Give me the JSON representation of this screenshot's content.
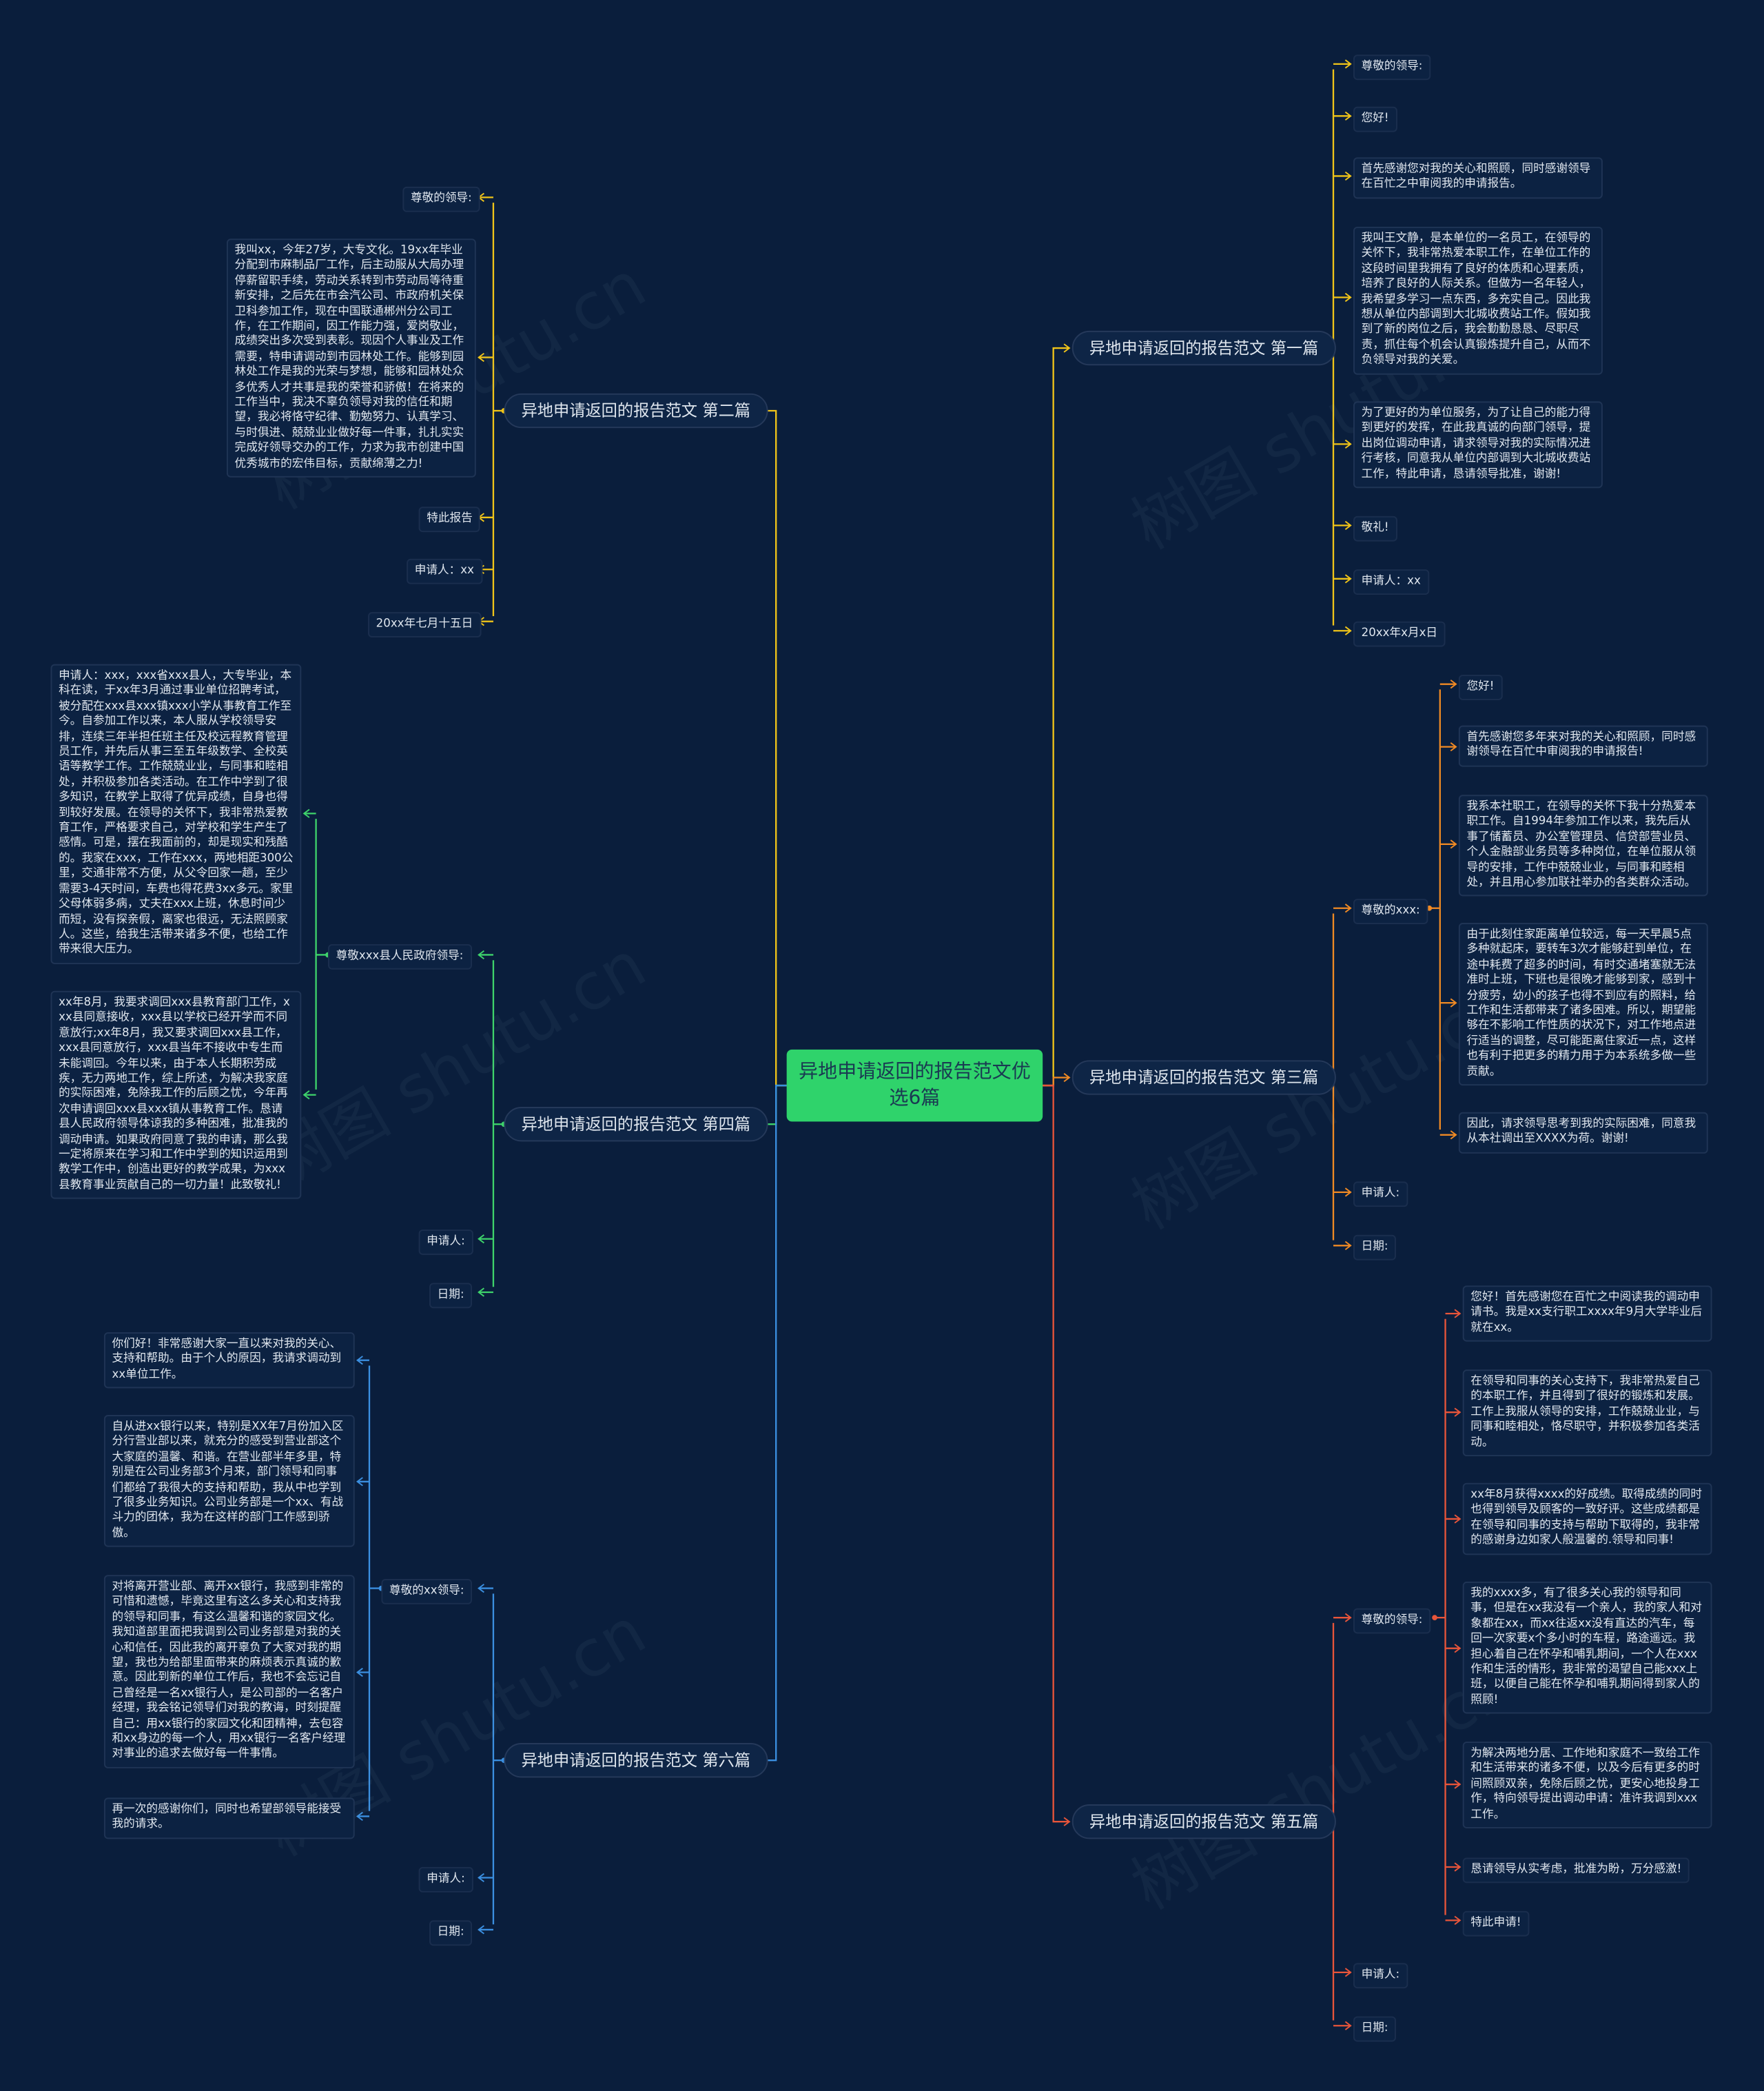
{
  "root": {
    "label": "异地申请返回的报告范文优选6篇"
  },
  "branches": {
    "b1": {
      "title": "异地申请返回的报告范文 第一篇",
      "color": "#f0c419",
      "items": [
        "尊敬的领导:",
        "您好!",
        "首先感谢您对我的关心和照顾，同时感谢领导在百忙之中审阅我的申请报告。",
        "我叫王文静，是本单位的一名员工，在领导的关怀下，我非常热爱本职工作，在单位工作的这段时间里我拥有了良好的体质和心理素质，培养了良好的人际关系。但做为一名年轻人，我希望多学习一点东西，多充实自己。因此我想从单位内部调到大北城收费站工作。假如我到了新的岗位之后，我会勤勤恳恳、尽职尽责，抓住每个机会认真锻炼提升自己，从而不负领导对我的关爱。",
        "为了更好的为单位服务，为了让自己的能力得到更好的发挥，在此我真诚的向部门领导，提出岗位调动申请，请求领导对我的实际情况进行考核，同意我从单位内部调到大北城收费站工作，特此申请，恳请领导批准，谢谢!",
        "敬礼!",
        "申请人：xx",
        "20xx年x月x日"
      ]
    },
    "b2": {
      "title": "异地申请返回的报告范文 第二篇",
      "color": "#f0c419",
      "items": [
        "尊敬的领导:",
        "我叫xx，今年27岁，大专文化。19xx年毕业分配到市麻制品厂工作，后主动服从大局办理停薪留职手续，劳动关系转到市劳动局等待重新安排，之后先在市会汽公司、市政府机关保卫科参加工作，现在中国联通郴州分公司工作，在工作期间，因工作能力强，爱岗敬业，成绩突出多次受到表彰。现因个人事业及工作需要，特申请调动到市园林处工作。能够到园林处工作是我的光荣与梦想，能够和园林处众多优秀人才共事是我的荣誉和骄傲！在将来的工作当中，我决不辜负领导对我的信任和期望，我必将恪守纪律、勤勉努力、认真学习、与时俱进、兢兢业业做好每一件事，扎扎实实完成好领导交办的工作，力求为我市创建中国优秀城市的宏伟目标，贡献绵薄之力!",
        "特此报告",
        "申请人：xx",
        "20xx年七月十五日"
      ]
    },
    "b3": {
      "title": "异地申请返回的报告范文 第三篇",
      "color": "#f08a24",
      "sub_label": "尊敬的xxx:",
      "sub_items": [
        "您好!",
        "首先感谢您多年来对我的关心和照顾，同时感谢领导在百忙中审阅我的申请报告!",
        "我系本社职工，在领导的关怀下我十分热爱本职工作。自1994年参加工作以来，我先后从事了储蓄员、办公室管理员、信贷部营业员、个人金融部业务员等多种岗位，在单位服从领导的安排，工作中兢兢业业，与同事和睦相处，并且用心参加联社举办的各类群众活动。",
        "由于此刻住家距离单位较远，每一天早晨5点多种就起床，要转车3次才能够赶到单位，在途中耗费了超多的时间，有时交通堵塞就无法准时上班，下班也是很晚才能够到家，感到十分疲劳，幼小的孩子也得不到应有的照料，给工作和生活都带来了诸多困难。所以，期望能够在不影响工作性质的状况下，对工作地点进行适当的调整，尽可能距离住家近一点，这样也有利于把更多的精力用于为本系统多做一些贡献。",
        "因此，请求领导思考到我的实际困难，同意我从本社调出至XXXX为荷。谢谢!"
      ],
      "tail": [
        "申请人:",
        "日期:"
      ]
    },
    "b4": {
      "title": "异地申请返回的报告范文 第四篇",
      "color": "#3ed36b",
      "sub_label": "尊敬xxx县人民政府领导:",
      "sub_items": [
        "申请人：xxx，xxx省xxx县人，大专毕业，本科在读，于xx年3月通过事业单位招聘考试，被分配在xxx县xxx镇xxx小学从事教育工作至今。自参加工作以来，本人服从学校领导安排，连续三年半担任班主任及校远程教育管理员工作，并先后从事三至五年级数学、全校英语等教学工作。工作兢兢业业，与同事和睦相处，并积极参加各类活动。在工作中学到了很多知识，在教学上取得了优异成绩，自身也得到较好发展。在领导的关怀下，我非常热爱教育工作，严格要求自己，对学校和学生产生了感情。可是，摆在我面前的，却是现实和残酷的。我家在xxx，工作在xxx，两地相距300公里，交通非常不方便，从父令回家一趟，至少需要3-4天时间，车费也得花费3xx多元。家里父母体弱多病，丈夫在xxx上班，休息时间少而短，没有探亲假，离家也很远，无法照顾家人。这些，给我生活带来诸多不便，也给工作带来很大压力。",
        "xx年8月，我要求调回xxx县教育部门工作，xxx县同意接收，xxx县以学校已经开学而不同意放行;xx年8月，我又要求调回xxx县工作，xxx县同意放行，xxx县当年不接收中专生而未能调回。今年以来，由于本人长期积劳成疾，无力两地工作，综上所述，为解决我家庭的实际困难，免除我工作的后顾之忧，今年再次申请调回xxx县xxx镇从事教育工作。恳请县人民政府领导体谅我的多种困难，批准我的调动申请。如果政府同意了我的申请，那么我一定将原来在学习和工作中学到的知识运用到教学工作中，创造出更好的教学成果，为xxx县教育事业贡献自己的一切力量！此致敬礼!"
      ],
      "tail": [
        "申请人:",
        "日期:"
      ]
    },
    "b5": {
      "title": "异地申请返回的报告范文 第五篇",
      "color": "#e8553a",
      "sub_label": "尊敬的领导:",
      "sub_items": [
        "您好！首先感谢您在百忙之中阅读我的调动申请书。我是xx支行职工xxxx年9月大学毕业后就在xx。",
        "在领导和同事的关心支持下，我非常热爱自己的本职工作，并且得到了很好的锻炼和发展。工作上我服从领导的安排，工作兢兢业业，与同事和睦相处，恪尽职守，并积极参加各类活动。",
        "xx年8月获得xxxx的好成绩。取得成绩的同时也得到领导及顾客的一致好评。这些成绩都是在领导和同事的支持与帮助下取得的，我非常的感谢身边如家人般温馨的.领导和同事!",
        "我的xxxx多，有了很多关心我的领导和同事，但是在xx我没有一个亲人，我的家人和对象都在xx，而xx往返xx没有直达的汽车，每回一次家要x个多小时的车程，路途遥远。我担心着自己在怀孕和哺乳期间，一个人在xxx作和生活的情形，我非常的渴望自己能xxx上班，以便自己能在怀孕和哺乳期间得到家人的照顾!",
        "为解决两地分居、工作地和家庭不一致给工作和生活带来的诸多不便，以及今后有更多的时间照顾双亲，免除后顾之忧，更安心地投身工作，特向领导提出调动申请：准许我调到xxx工作。",
        "恳请领导从实考虑，批准为盼，万分感激!",
        "特此申请!"
      ],
      "tail": [
        "申请人:",
        "日期:"
      ]
    },
    "b6": {
      "title": "异地申请返回的报告范文 第六篇",
      "color": "#3b8fe0",
      "sub_label": "尊敬的xx领导:",
      "sub_items": [
        "你们好！非常感谢大家一直以来对我的关心、支持和帮助。由于个人的原因，我请求调动到xx单位工作。",
        "自从进xx银行以来，特别是XX年7月份加入区分行营业部以来，就充分的感受到营业部这个大家庭的温馨、和谐。在营业部半年多里，特别是在公司业务部3个月来，部门领导和同事们都给了我很大的支持和帮助，我从中也学到了很多业务知识。公司业务部是一个xx、有战斗力的团体，我为在这样的部门工作感到骄傲。",
        "对将离开营业部、离开xx银行，我感到非常的可惜和遗憾，毕竟这里有这么多关心和支持我的领导和同事，有这么温馨和谐的家园文化。我知道部里面把我调到公司业务部是对我的关心和信任，因此我的离开辜负了大家对我的期望，我也为给部里面带来的麻烦表示真诚的歉意。因此到新的单位工作后，我也不会忘记自己曾经是一名xx银行人，是公司部的一名客户经理，我会铭记领导们对我的教诲，时刻提醒自己：用xx银行的家园文化和团精神，去包容和xx身边的每一个人，用xx银行一名客户经理对事业的追求去做好每一件事情。",
        "再一次的感谢你们，同时也希望部领导能接受我的请求。"
      ],
      "tail": [
        "申请人:",
        "日期:"
      ]
    }
  },
  "watermark": "树图 shutu.cn",
  "colors": {
    "background": "#0a1e3c",
    "root_fill": "#2fd36b"
  }
}
